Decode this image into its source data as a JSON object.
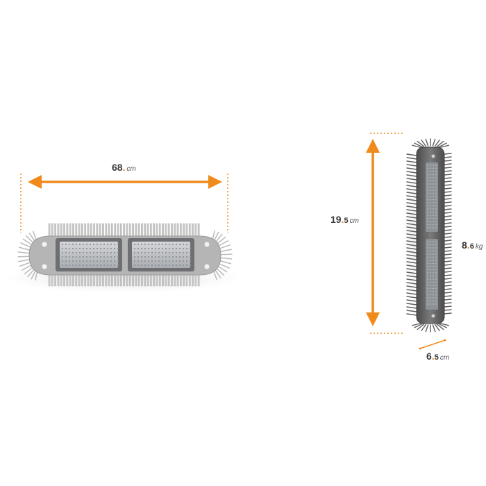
{
  "dimensions": {
    "length": {
      "integer": "68",
      "decimal": "",
      "unit": "cm"
    },
    "height": {
      "integer": "19",
      "decimal": "5",
      "unit": "cm"
    },
    "weight": {
      "integer": "8",
      "decimal": "6",
      "unit": "kg"
    },
    "depth": {
      "integer": "6",
      "decimal": "5",
      "unit": "cm"
    }
  },
  "colors": {
    "accent": "#f08a1c",
    "housing": "#6e6e6e",
    "fin": "#c9c9c9",
    "led_panel": "#b9bcc0",
    "text": "#3a3a3a"
  }
}
